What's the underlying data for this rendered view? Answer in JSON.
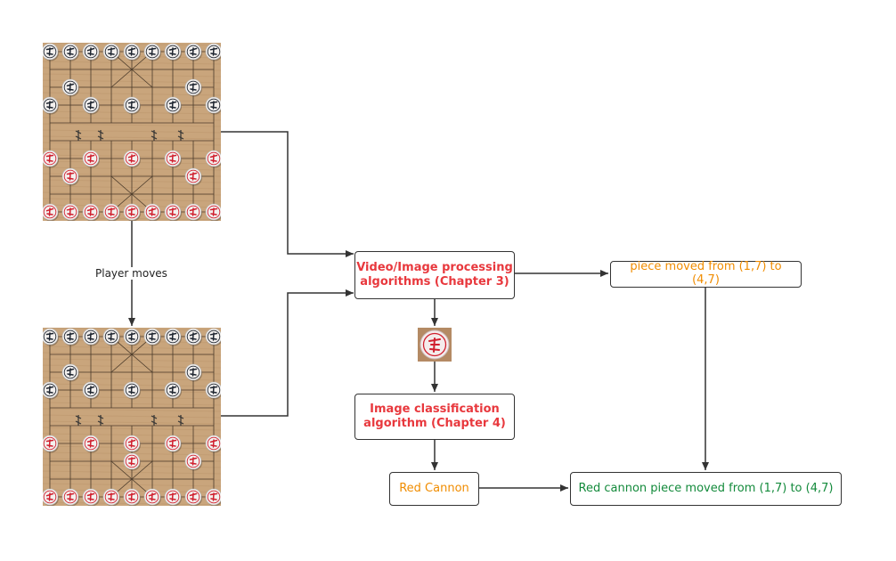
{
  "nodes": {
    "processing": "Video/Image processing algorithms (Chapter 3)",
    "classification": "Image classification algorithm (Chapter 4)",
    "moved_short": "piece moved from (1,7) to (4,7)",
    "red_cannon": "Red Cannon",
    "result": "Red cannon piece moved from (1,7) to (4,7)"
  },
  "edge_labels": {
    "player_moves": "Player moves"
  },
  "colors": {
    "red_text": "#e8383d",
    "orange_text": "#f08c00",
    "green_text": "#138a3b",
    "board_wood": "#c9a57c",
    "piece_black": "#1e2530",
    "piece_red": "#d01f2e"
  },
  "boards": {
    "board_before": {
      "black": [
        [
          0,
          0
        ],
        [
          1,
          0
        ],
        [
          2,
          0
        ],
        [
          3,
          0
        ],
        [
          4,
          0
        ],
        [
          5,
          0
        ],
        [
          6,
          0
        ],
        [
          7,
          0
        ],
        [
          8,
          0
        ],
        [
          1,
          2
        ],
        [
          7,
          2
        ],
        [
          0,
          3
        ],
        [
          2,
          3
        ],
        [
          4,
          3
        ],
        [
          6,
          3
        ],
        [
          8,
          3
        ]
      ],
      "red": [
        [
          0,
          6
        ],
        [
          2,
          6
        ],
        [
          4,
          6
        ],
        [
          6,
          6
        ],
        [
          8,
          6
        ],
        [
          1,
          7
        ],
        [
          7,
          7
        ],
        [
          0,
          9
        ],
        [
          1,
          9
        ],
        [
          2,
          9
        ],
        [
          3,
          9
        ],
        [
          4,
          9
        ],
        [
          5,
          9
        ],
        [
          6,
          9
        ],
        [
          7,
          9
        ],
        [
          8,
          9
        ]
      ]
    },
    "board_after": {
      "black": [
        [
          0,
          0
        ],
        [
          1,
          0
        ],
        [
          2,
          0
        ],
        [
          3,
          0
        ],
        [
          4,
          0
        ],
        [
          5,
          0
        ],
        [
          6,
          0
        ],
        [
          7,
          0
        ],
        [
          8,
          0
        ],
        [
          1,
          2
        ],
        [
          7,
          2
        ],
        [
          0,
          3
        ],
        [
          2,
          3
        ],
        [
          4,
          3
        ],
        [
          6,
          3
        ],
        [
          8,
          3
        ]
      ],
      "red": [
        [
          0,
          6
        ],
        [
          2,
          6
        ],
        [
          4,
          6
        ],
        [
          6,
          6
        ],
        [
          8,
          6
        ],
        [
          4,
          7
        ],
        [
          7,
          7
        ],
        [
          0,
          9
        ],
        [
          1,
          9
        ],
        [
          2,
          9
        ],
        [
          3,
          9
        ],
        [
          4,
          9
        ],
        [
          5,
          9
        ],
        [
          6,
          9
        ],
        [
          7,
          9
        ],
        [
          8,
          9
        ]
      ]
    }
  }
}
